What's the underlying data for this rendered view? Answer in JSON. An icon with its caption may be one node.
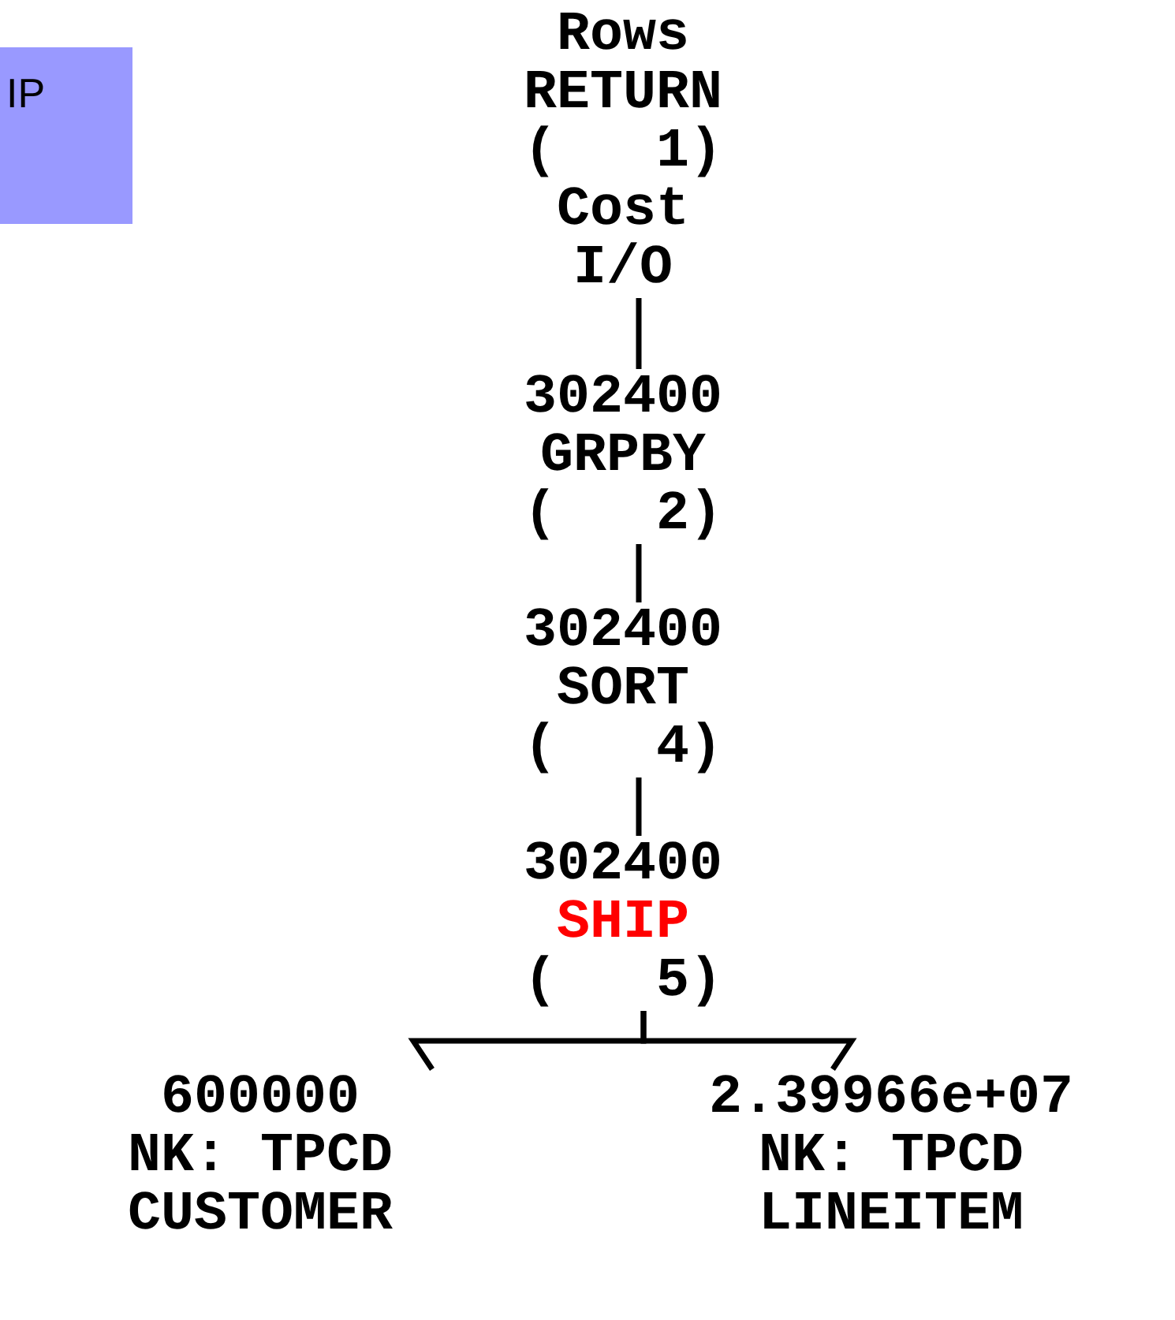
{
  "diagram": {
    "nodes": [
      {
        "text": [
          "IP"
        ]
      },
      {
        "text": [
          "Rows",
          "RETURN",
          "(   1)",
          "Cost",
          "I/O"
        ]
      },
      {
        "text": [
          "302400",
          "GRPBY",
          "(   2)"
        ]
      },
      {
        "text": [
          "302400",
          "SORT",
          "(   4)"
        ]
      },
      {
        "text": [
          "302400",
          "SHIP",
          "(   5)"
        ]
      },
      {
        "text": [
          "600000",
          "NK: TPCD",
          "CUSTOMER"
        ]
      },
      {
        "text": [
          "2.39966e+07",
          "NK: TPCD",
          "LINEITEM"
        ]
      }
    ],
    "edges": [
      {
        "from": 2,
        "to": 1,
        "arrow": "none"
      },
      {
        "from": 3,
        "to": 2,
        "arrow": "none"
      },
      {
        "from": 4,
        "to": 3,
        "arrow": "none"
      },
      {
        "from": 5,
        "to": 4,
        "arrow": "none"
      },
      {
        "from": 6,
        "to": 4,
        "arrow": "none"
      }
    ]
  }
}
